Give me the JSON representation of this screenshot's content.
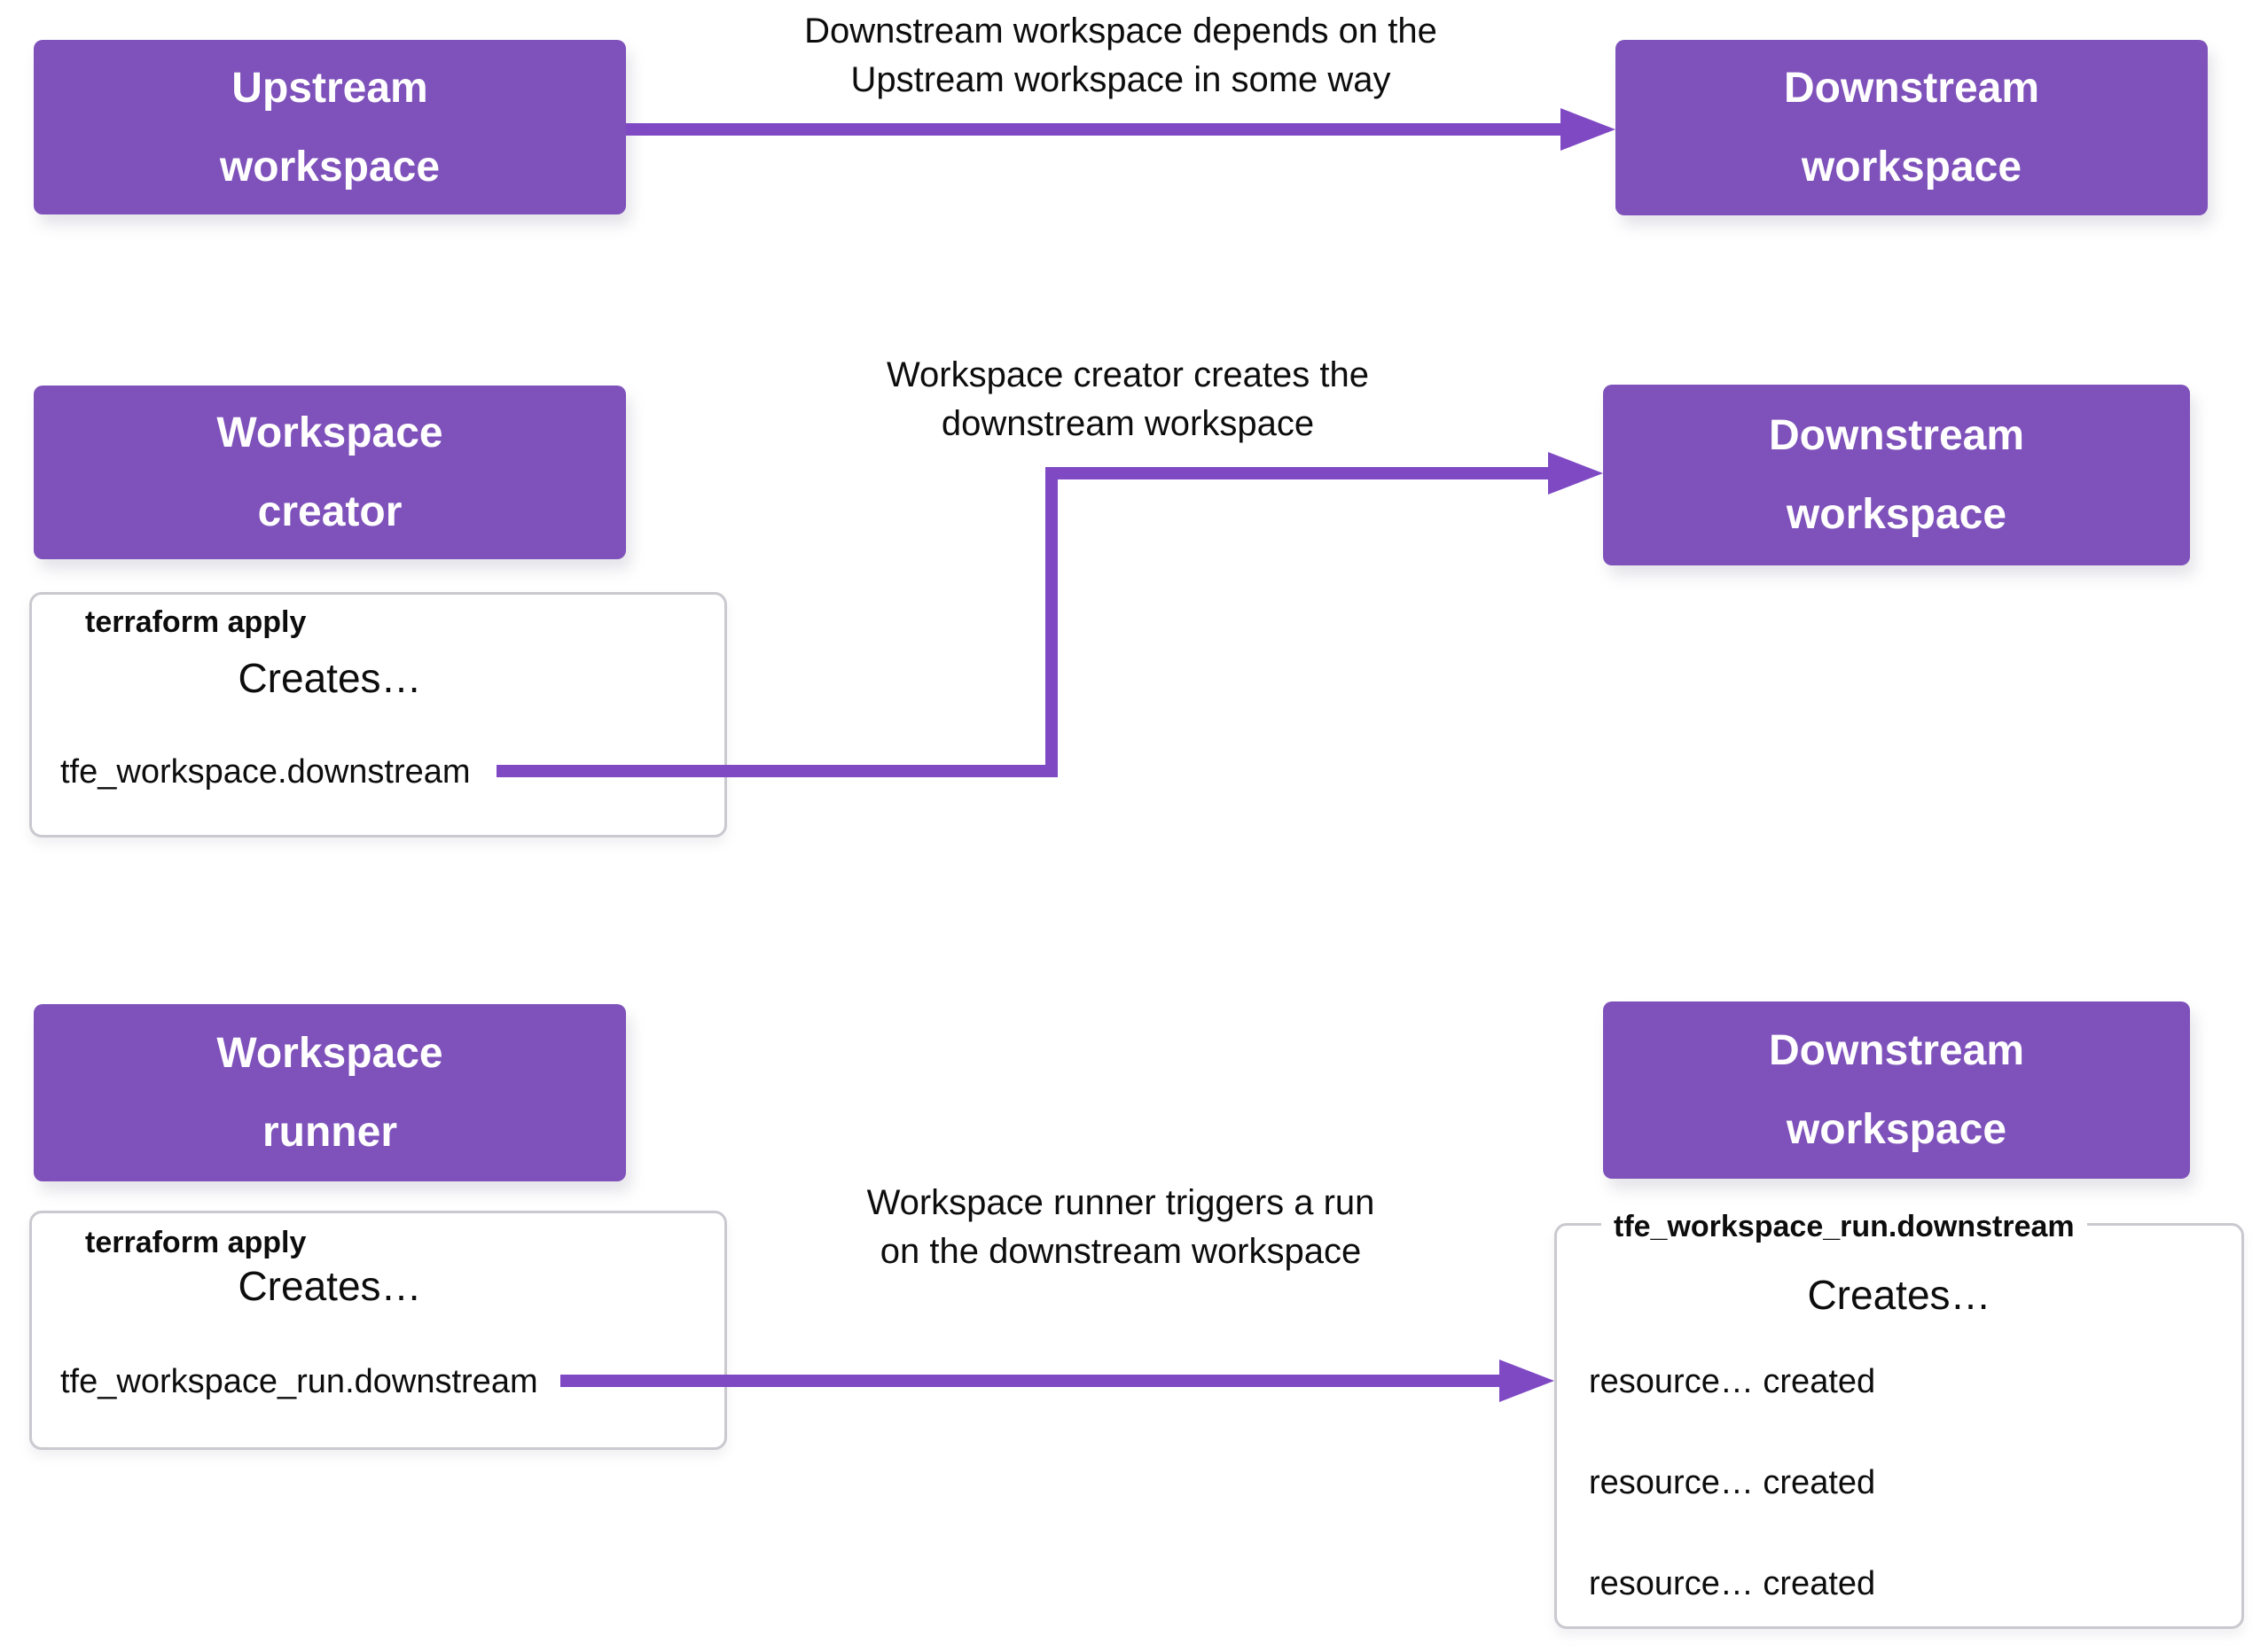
{
  "colors": {
    "box_fill": "#7e52ba",
    "arrow": "#7f49c4",
    "card_border": "#c9c9cf",
    "box_text": "#ffffff",
    "label_text": "#0d0d0d",
    "background": "#ffffff"
  },
  "rows": [
    {
      "source_box": {
        "line1": "Upstream",
        "line2": "workspace"
      },
      "arrow_label": {
        "line1": "Downstream workspace depends on the",
        "line2": "Upstream workspace in some way"
      },
      "target_box": {
        "line1": "Downstream",
        "line2": "workspace"
      }
    },
    {
      "source_box": {
        "line1": "Workspace",
        "line2": "creator"
      },
      "arrow_label": {
        "line1": "Workspace creator creates the",
        "line2": "downstream workspace"
      },
      "target_box": {
        "line1": "Downstream",
        "line2": "workspace"
      },
      "source_card": {
        "title": "terraform apply",
        "creates": "Creates…",
        "items": [
          "tfe_workspace.downstream"
        ]
      }
    },
    {
      "source_box": {
        "line1": "Workspace",
        "line2": "runner"
      },
      "arrow_label": {
        "line1": "Workspace runner triggers a run",
        "line2": "on the downstream workspace"
      },
      "target_box": {
        "line1": "Downstream",
        "line2": "workspace"
      },
      "source_card": {
        "title": "terraform apply",
        "creates": "Creates…",
        "items": [
          "tfe_workspace_run.downstream"
        ]
      },
      "target_card": {
        "title": "tfe_workspace_run.downstream",
        "creates": "Creates…",
        "items": [
          "resource… created",
          "resource… created",
          "resource… created"
        ]
      }
    }
  ]
}
